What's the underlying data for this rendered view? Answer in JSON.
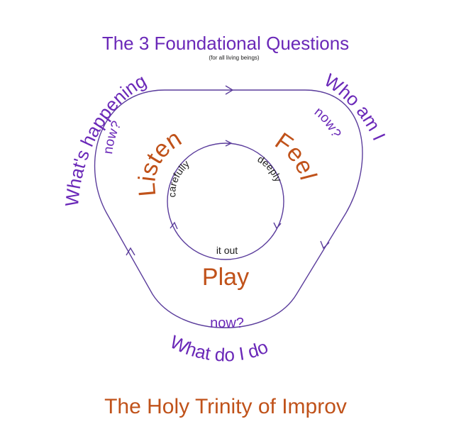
{
  "colors": {
    "purple": "#6a28b8",
    "orange": "#c0521a",
    "loop_stroke": "#5b3d9c",
    "dark_text": "#1a1a1a"
  },
  "header": {
    "title": "The 3 Foundational Questions",
    "subtitle": "(for all living beings)"
  },
  "outer_loop": {
    "q_left": "What's happening",
    "q_right": "Who am I",
    "q_bottom": "What do I do",
    "now_left": "now?",
    "now_right": "now?",
    "now_bottom": "now?"
  },
  "inner_loop": {
    "listen": "Listen",
    "listen_mod": "carefully",
    "feel": "Feel",
    "feel_mod": "deeply",
    "play": "Play",
    "play_mod": "it out"
  },
  "footer": {
    "title": "The Holy Trinity of Improv"
  }
}
